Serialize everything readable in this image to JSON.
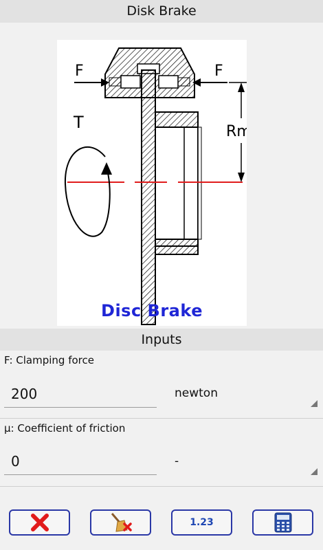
{
  "header": {
    "title": "Disk Brake"
  },
  "diagram": {
    "title": "Disc Brake",
    "labels": {
      "force_left": "F",
      "force_right": "F",
      "torque": "T",
      "radius": "Rm"
    }
  },
  "inputs_section": {
    "title": "Inputs"
  },
  "fields": [
    {
      "label": "F: Clamping force",
      "value": "200",
      "unit": "newton"
    },
    {
      "label": "μ: Coefficient of friction",
      "value": "0",
      "unit": "-"
    }
  ],
  "toolbar": {
    "number_format_label": "1.23",
    "icons": [
      "close-icon",
      "clear-broom-icon",
      "number-format-icon",
      "calculator-icon"
    ]
  },
  "colors": {
    "accent": "#2a37a6",
    "diagram_title": "#1f26d6",
    "red": "#e11b1b"
  }
}
